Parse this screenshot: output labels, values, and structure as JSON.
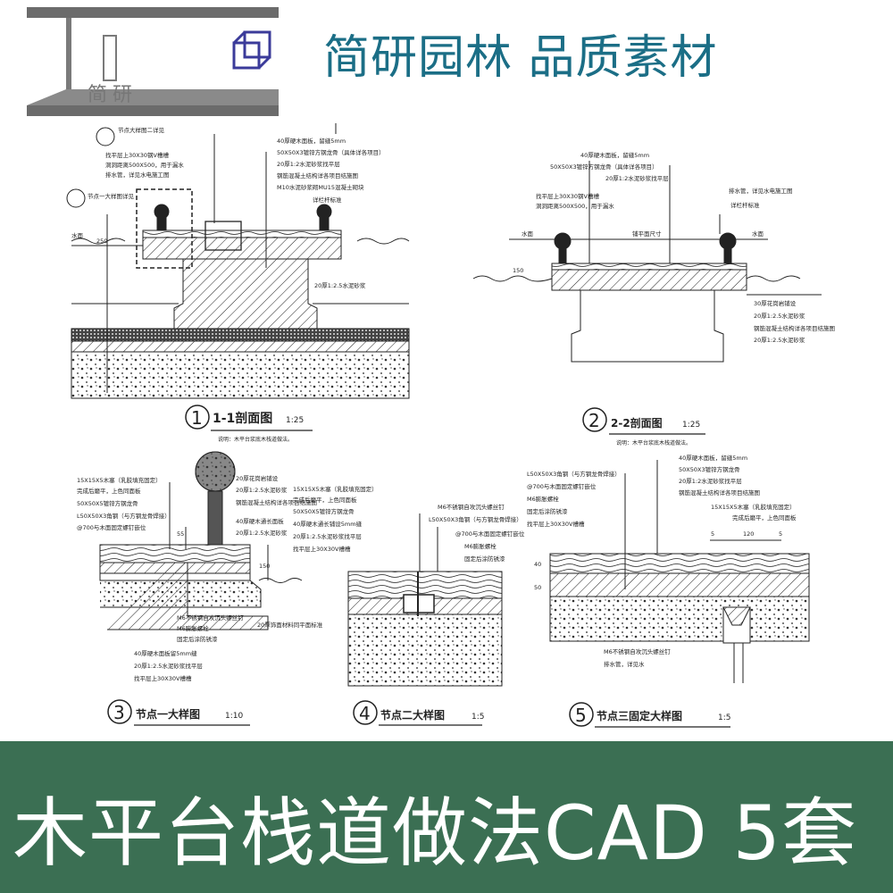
{
  "header": {
    "brand": "简研园林 品质素材",
    "logo_text": "简研"
  },
  "footer": {
    "title": "木平台栈道做法CAD  5套"
  },
  "figures": [
    {
      "num": "1",
      "title": "1-1剖面图",
      "scale": "1:25",
      "note": "说明：木平台浆底木栈道做法。"
    },
    {
      "num": "2",
      "title": "2-2剖面图",
      "scale": "1:25",
      "note": "说明：木平台浆底木栈道做法。"
    },
    {
      "num": "3",
      "title": "节点一大样图",
      "scale": "1:10"
    },
    {
      "num": "4",
      "title": "节点二大样图",
      "scale": "1:5"
    },
    {
      "num": "5",
      "title": "节点三固定大样图",
      "scale": "1:5"
    }
  ],
  "labels": {
    "s1": [
      "40厚硬木面板，留缝5mm",
      "50X50X3镀锌方钢龙骨（具体详各项目）",
      "20厚1:2水泥砂浆找平层",
      "钢筋混凝土结构详各项目结施图",
      "M10水泥砂浆砌MU15混凝土砌块",
      "详栏杆标准"
    ],
    "s1_left": [
      "节点大样图二详见",
      "找平层上30X30钢V槽槽",
      "洞洞距离500X500，用于漏水",
      "排水管，详见水电施工图",
      "节点一大样图详见"
    ],
    "s1_misc": [
      "水面",
      "20厚1:2.5水泥砂浆"
    ],
    "s2": [
      "40厚硬木面板，留缝5mm",
      "50X50X3镀锌方钢龙骨（具体详各项目）",
      "20厚1:2水泥砂浆找平层",
      "排水管，详见水电施工图",
      "详栏杆标准"
    ],
    "s2_left": [
      "找平层上30X30钢V槽槽",
      "洞洞距离500X500，用于漏水"
    ],
    "s2_misc": [
      "水面",
      "铺平面尺寸",
      "水面"
    ],
    "s2_right": [
      "30厚花岗岩铺设",
      "20厚1:2.5水泥砂浆",
      "钢筋混凝土结构详各项目结施图",
      "20厚1:2.5水泥砂浆"
    ],
    "d3": [
      "15X15X5木塞（乳胶填充固定）",
      "完成后磨平，上色同面板",
      "50X50X5镀锌方钢龙骨",
      "L50X50X3角钢（与方钢龙骨焊接）",
      "@700与木面固定螺钉嵌位"
    ],
    "d3_r": [
      "20厚花岗岩铺设",
      "20厚1:2.5水泥砂浆",
      "钢筋混凝土结构详各项目结施图",
      "40厚硬木通长面板",
      "20厚1:2.5水泥砂浆"
    ],
    "d3_b": [
      "M6不锈钢自攻沉头螺丝钉",
      "M6膨胀螺栓",
      "固定后涂防锈漆",
      "40厚硬木面板留5mm缝",
      "20厚1:2.5水泥砂浆找平层",
      "找平层上30X30V槽槽",
      "20厚饰面材料同平面标准"
    ],
    "d4_l": [
      "15X15X5木塞（乳胶填充固定）",
      "完成后磨平，上色同面板",
      "50X50X5镀锌方钢龙骨",
      "40厚硬木通长铺设5mm缝",
      "20厚1:2.5水泥砂浆找平层",
      "找平层上30X30V槽槽"
    ],
    "d4_r": [
      "M6不锈钢自攻沉头螺丝钉",
      "L50X50X3角钢（与方钢龙骨焊接）",
      "@700与木面固定螺钉嵌位",
      "M6膨胀螺栓",
      "固定后涂防锈漆"
    ],
    "d5": [
      "L50X50X3角钢（与方钢龙骨焊接）",
      "@700与木面固定螺钉嵌位",
      "M6膨胀螺栓",
      "固定后涂防锈漆",
      "找平层上30X30V槽槽"
    ],
    "d5_r": [
      "40厚硬木面板，留缝5mm",
      "50X50X3镀锌方钢龙骨",
      "20厚1:2水泥砂浆找平层",
      "钢筋混凝土结构详各项目结施图",
      "15X15X5木塞（乳胶填充固定）",
      "完成后磨平，上色同面板"
    ],
    "d5_b": [
      "M6不锈钢自攻沉头螺丝钉",
      "排水管，详见水"
    ],
    "dims": [
      "250",
      "150",
      "150",
      "55",
      "150",
      "5",
      "120",
      "5",
      "40",
      "50"
    ]
  }
}
